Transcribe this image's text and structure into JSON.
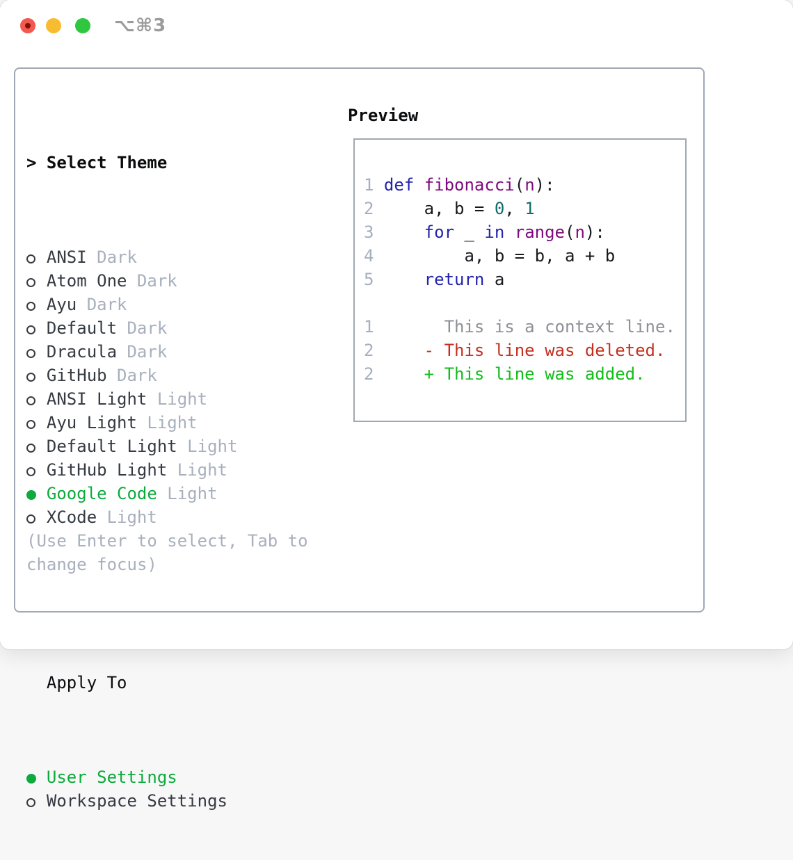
{
  "window": {
    "shortcut_label": "⌥⌘3",
    "traffic_lights": [
      "close",
      "minimize",
      "zoom"
    ]
  },
  "theme_picker": {
    "title_prefix": ">",
    "title": "Select Theme",
    "items": [
      {
        "label": "ANSI",
        "tag": "Dark",
        "selected": false
      },
      {
        "label": "Atom One",
        "tag": "Dark",
        "selected": false
      },
      {
        "label": "Ayu",
        "tag": "Dark",
        "selected": false
      },
      {
        "label": "Default",
        "tag": "Dark",
        "selected": false
      },
      {
        "label": "Dracula",
        "tag": "Dark",
        "selected": false
      },
      {
        "label": "GitHub",
        "tag": "Dark",
        "selected": false
      },
      {
        "label": "ANSI Light",
        "tag": "Light",
        "selected": false
      },
      {
        "label": "Ayu Light",
        "tag": "Light",
        "selected": false
      },
      {
        "label": "Default Light",
        "tag": "Light",
        "selected": false
      },
      {
        "label": "GitHub Light",
        "tag": "Light",
        "selected": false
      },
      {
        "label": "Google Code",
        "tag": "Light",
        "selected": true
      },
      {
        "label": "XCode",
        "tag": "Light",
        "selected": false
      }
    ]
  },
  "apply_to": {
    "title": "Apply To",
    "options": [
      {
        "label": "User Settings",
        "selected": true
      },
      {
        "label": "Workspace Settings",
        "selected": false
      }
    ]
  },
  "footer_hint": "(Use Enter to select, Tab to change focus)",
  "preview": {
    "title": "Preview",
    "code_lines": [
      {
        "num": "1",
        "tokens": [
          {
            "t": "def",
            "c": "keyword"
          },
          {
            "t": " ",
            "c": "plain"
          },
          {
            "t": "fibonacci",
            "c": "type"
          },
          {
            "t": "(",
            "c": "plain"
          },
          {
            "t": "n",
            "c": "type"
          },
          {
            "t": "):",
            "c": "plain"
          }
        ]
      },
      {
        "num": "2",
        "tokens": [
          {
            "t": "    a, b = ",
            "c": "plain"
          },
          {
            "t": "0",
            "c": "literal"
          },
          {
            "t": ", ",
            "c": "plain"
          },
          {
            "t": "1",
            "c": "literal"
          }
        ]
      },
      {
        "num": "3",
        "tokens": [
          {
            "t": "    ",
            "c": "plain"
          },
          {
            "t": "for",
            "c": "keyword"
          },
          {
            "t": " _ ",
            "c": "plain"
          },
          {
            "t": "in",
            "c": "keyword"
          },
          {
            "t": " ",
            "c": "plain"
          },
          {
            "t": "range",
            "c": "type"
          },
          {
            "t": "(",
            "c": "plain"
          },
          {
            "t": "n",
            "c": "type"
          },
          {
            "t": "):",
            "c": "plain"
          }
        ]
      },
      {
        "num": "4",
        "tokens": [
          {
            "t": "        a, b = b, a + b",
            "c": "plain"
          }
        ]
      },
      {
        "num": "5",
        "tokens": [
          {
            "t": "    ",
            "c": "plain"
          },
          {
            "t": "return",
            "c": "keyword"
          },
          {
            "t": " a",
            "c": "plain"
          }
        ]
      }
    ],
    "diff_lines": [
      {
        "num": "1",
        "text": "      This is a context line.",
        "kind": "context"
      },
      {
        "num": "2",
        "text": "    - This line was deleted.",
        "kind": "deleted"
      },
      {
        "num": "2",
        "text": "    + This line was added.",
        "kind": "added"
      }
    ]
  },
  "colors": {
    "accent-green": "#0cab3c",
    "panel-border": "#9fa8b4",
    "muted": "#a8b0bd",
    "syntax-keyword": "#2323ad",
    "syntax-name": "#7d0c7d",
    "syntax-literal": "#116c6c",
    "diff-deleted": "#c53020",
    "diff-added": "#12bd1a",
    "traffic-red": "#f4574e",
    "traffic-yellow": "#f8bc33",
    "traffic-green": "#2fc73f"
  }
}
